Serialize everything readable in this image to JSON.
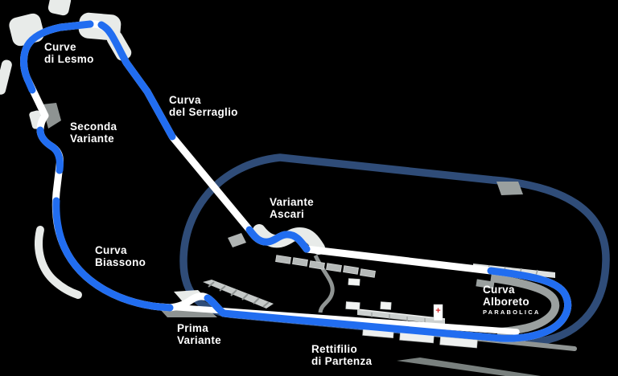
{
  "colors": {
    "background": "#000000",
    "track_white": "#ffffff",
    "sector_blue": "#216df0",
    "oval_navy": "#2f4c78",
    "runoff_light": "#e8ebe9",
    "structure_gray": "#b6bab9",
    "building_gray": "#cdd1d0",
    "road_gray": "#8f9493",
    "hatch_gray": "#8e9392",
    "medical_red": "#d42a2a"
  },
  "corner_labels": {
    "lesmo": {
      "line1": "Curve",
      "line2": "di Lesmo"
    },
    "seconda_variante": {
      "line1": "Seconda",
      "line2": "Variante"
    },
    "serraglio": {
      "line1": "Curva",
      "line2": "del Serraglio"
    },
    "ascari": {
      "line1": "Variante",
      "line2": "Ascari"
    },
    "biassono": {
      "line1": "Curva",
      "line2": "Biassono"
    },
    "prima_variante": {
      "line1": "Prima",
      "line2": "Variante"
    },
    "rettifilio": {
      "line1": "Rettifilio",
      "line2": "di Partenza"
    },
    "alboreto": {
      "line1": "Curva",
      "line2": "Alboreto",
      "line3": "PARABOLICA"
    }
  },
  "icons": {
    "medical_cross": {
      "glyph": "+"
    }
  }
}
